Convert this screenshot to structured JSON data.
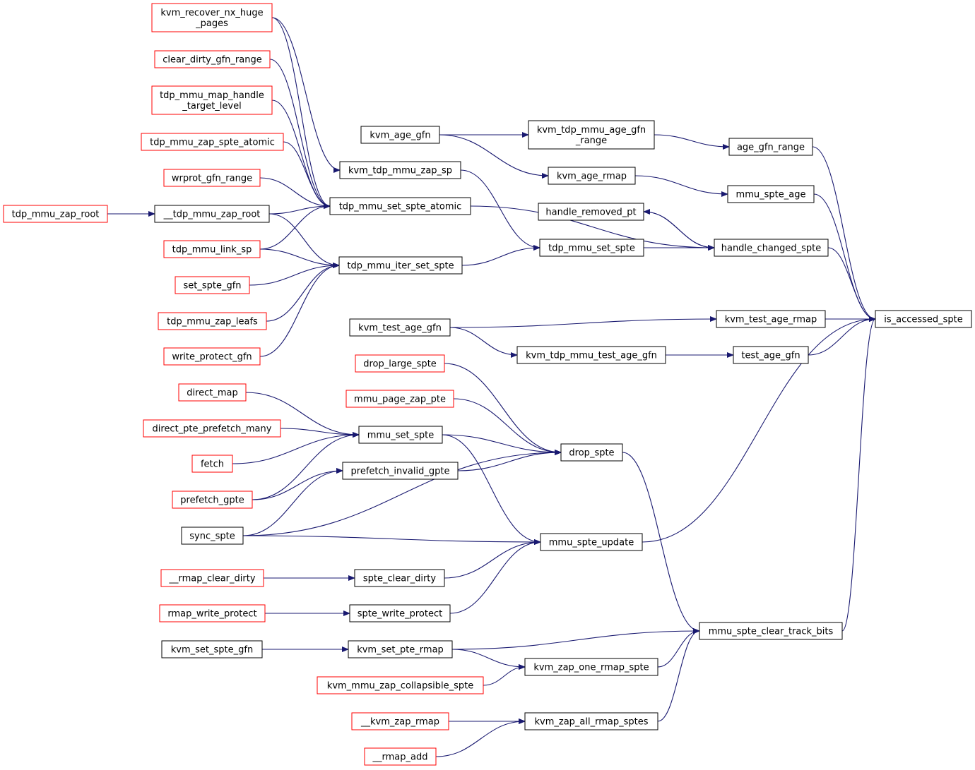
{
  "colors": {
    "edge": "#191970",
    "border_documented": "#000000",
    "border_undocumented": "#ff0000",
    "highlight_fill": "#bfbfbf",
    "background": "#ffffff"
  },
  "nodes": [
    {
      "id": "is_accessed_spte",
      "lines": [
        "is_accessed_spte"
      ],
      "border": "black",
      "highlight": true
    },
    {
      "id": "age_gfn_range",
      "lines": [
        "age_gfn_range"
      ],
      "border": "black"
    },
    {
      "id": "mmu_spte_age",
      "lines": [
        "mmu_spte_age"
      ],
      "border": "black"
    },
    {
      "id": "handle_changed_spte",
      "lines": [
        "handle_changed_spte"
      ],
      "border": "black"
    },
    {
      "id": "kvm_test_age_rmap",
      "lines": [
        "kvm_test_age_rmap"
      ],
      "border": "black"
    },
    {
      "id": "test_age_gfn",
      "lines": [
        "test_age_gfn"
      ],
      "border": "black"
    },
    {
      "id": "mmu_spte_update",
      "lines": [
        "mmu_spte_update"
      ],
      "border": "black"
    },
    {
      "id": "mmu_spte_clear_track_bits",
      "lines": [
        "mmu_spte_clear_track_bits"
      ],
      "border": "black"
    },
    {
      "id": "kvm_tdp_mmu_age_gfn_range",
      "lines": [
        "kvm_tdp_mmu_age_gfn",
        "_range"
      ],
      "border": "black"
    },
    {
      "id": "kvm_age_gfn",
      "lines": [
        "kvm_age_gfn"
      ],
      "border": "black"
    },
    {
      "id": "kvm_age_rmap",
      "lines": [
        "kvm_age_rmap"
      ],
      "border": "black"
    },
    {
      "id": "handle_removed_pt",
      "lines": [
        "handle_removed_pt"
      ],
      "border": "black"
    },
    {
      "id": "tdp_mmu_set_spte",
      "lines": [
        "tdp_mmu_set_spte"
      ],
      "border": "black"
    },
    {
      "id": "tdp_mmu_set_spte_atomic",
      "lines": [
        "tdp_mmu_set_spte_atomic"
      ],
      "border": "black"
    },
    {
      "id": "kvm_tdp_mmu_zap_sp",
      "lines": [
        "kvm_tdp_mmu_zap_sp"
      ],
      "border": "black"
    },
    {
      "id": "tdp_mmu_iter_set_spte",
      "lines": [
        "tdp_mmu_iter_set_spte"
      ],
      "border": "black"
    },
    {
      "id": "kvm_recover_nx_huge_pages",
      "lines": [
        "kvm_recover_nx_huge",
        "_pages"
      ],
      "border": "red"
    },
    {
      "id": "clear_dirty_gfn_range",
      "lines": [
        "clear_dirty_gfn_range"
      ],
      "border": "red"
    },
    {
      "id": "tdp_mmu_map_handle_target_level",
      "lines": [
        "tdp_mmu_map_handle",
        "_target_level"
      ],
      "border": "red"
    },
    {
      "id": "tdp_mmu_zap_spte_atomic",
      "lines": [
        "tdp_mmu_zap_spte_atomic"
      ],
      "border": "red"
    },
    {
      "id": "wrprot_gfn_range",
      "lines": [
        "wrprot_gfn_range"
      ],
      "border": "red"
    },
    {
      "id": "__tdp_mmu_zap_root",
      "lines": [
        "__tdp_mmu_zap_root"
      ],
      "border": "black"
    },
    {
      "id": "tdp_mmu_zap_root",
      "lines": [
        "tdp_mmu_zap_root"
      ],
      "border": "red"
    },
    {
      "id": "tdp_mmu_link_sp",
      "lines": [
        "tdp_mmu_link_sp"
      ],
      "border": "red"
    },
    {
      "id": "set_spte_gfn",
      "lines": [
        "set_spte_gfn"
      ],
      "border": "red"
    },
    {
      "id": "tdp_mmu_zap_leafs",
      "lines": [
        "tdp_mmu_zap_leafs"
      ],
      "border": "red"
    },
    {
      "id": "write_protect_gfn",
      "lines": [
        "write_protect_gfn"
      ],
      "border": "red"
    },
    {
      "id": "kvm_test_age_gfn",
      "lines": [
        "kvm_test_age_gfn"
      ],
      "border": "black"
    },
    {
      "id": "kvm_tdp_mmu_test_age_gfn",
      "lines": [
        "kvm_tdp_mmu_test_age_gfn"
      ],
      "border": "black"
    },
    {
      "id": "drop_spte",
      "lines": [
        "drop_spte"
      ],
      "border": "black"
    },
    {
      "id": "drop_large_spte",
      "lines": [
        "drop_large_spte"
      ],
      "border": "red"
    },
    {
      "id": "mmu_page_zap_pte",
      "lines": [
        "mmu_page_zap_pte"
      ],
      "border": "red"
    },
    {
      "id": "mmu_set_spte",
      "lines": [
        "mmu_set_spte"
      ],
      "border": "black"
    },
    {
      "id": "prefetch_invalid_gpte",
      "lines": [
        "prefetch_invalid_gpte"
      ],
      "border": "black"
    },
    {
      "id": "direct_map",
      "lines": [
        "direct_map"
      ],
      "border": "red"
    },
    {
      "id": "direct_pte_prefetch_many",
      "lines": [
        "direct_pte_prefetch_many"
      ],
      "border": "red"
    },
    {
      "id": "fetch",
      "lines": [
        "fetch"
      ],
      "border": "red"
    },
    {
      "id": "prefetch_gpte",
      "lines": [
        "prefetch_gpte"
      ],
      "border": "red"
    },
    {
      "id": "sync_spte",
      "lines": [
        "sync_spte"
      ],
      "border": "black"
    },
    {
      "id": "spte_clear_dirty",
      "lines": [
        "spte_clear_dirty"
      ],
      "border": "black"
    },
    {
      "id": "__rmap_clear_dirty",
      "lines": [
        "__rmap_clear_dirty"
      ],
      "border": "red"
    },
    {
      "id": "spte_write_protect",
      "lines": [
        "spte_write_protect"
      ],
      "border": "black"
    },
    {
      "id": "rmap_write_protect",
      "lines": [
        "rmap_write_protect"
      ],
      "border": "red"
    },
    {
      "id": "kvm_set_pte_rmap",
      "lines": [
        "kvm_set_pte_rmap"
      ],
      "border": "black"
    },
    {
      "id": "kvm_set_spte_gfn",
      "lines": [
        "kvm_set_spte_gfn"
      ],
      "border": "black"
    },
    {
      "id": "kvm_zap_one_rmap_spte",
      "lines": [
        "kvm_zap_one_rmap_spte"
      ],
      "border": "black"
    },
    {
      "id": "kvm_mmu_zap_collapsible_spte",
      "lines": [
        "kvm_mmu_zap_collapsible_spte"
      ],
      "border": "red"
    },
    {
      "id": "kvm_zap_all_rmap_sptes",
      "lines": [
        "kvm_zap_all_rmap_sptes"
      ],
      "border": "black"
    },
    {
      "id": "__kvm_zap_rmap",
      "lines": [
        "__kvm_zap_rmap"
      ],
      "border": "red"
    },
    {
      "id": "__rmap_add",
      "lines": [
        "__rmap_add"
      ],
      "border": "red"
    }
  ],
  "edges": [
    {
      "from": "age_gfn_range",
      "to": "is_accessed_spte"
    },
    {
      "from": "mmu_spte_age",
      "to": "is_accessed_spte"
    },
    {
      "from": "handle_changed_spte",
      "to": "is_accessed_spte"
    },
    {
      "from": "kvm_test_age_rmap",
      "to": "is_accessed_spte"
    },
    {
      "from": "test_age_gfn",
      "to": "is_accessed_spte"
    },
    {
      "from": "mmu_spte_update",
      "to": "is_accessed_spte"
    },
    {
      "from": "mmu_spte_clear_track_bits",
      "to": "is_accessed_spte"
    },
    {
      "from": "kvm_tdp_mmu_age_gfn_range",
      "to": "age_gfn_range"
    },
    {
      "from": "kvm_age_gfn",
      "to": "kvm_tdp_mmu_age_gfn_range"
    },
    {
      "from": "kvm_age_rmap",
      "to": "mmu_spte_age"
    },
    {
      "from": "kvm_age_gfn",
      "to": "kvm_age_rmap"
    },
    {
      "from": "handle_changed_spte",
      "to": "handle_removed_pt"
    },
    {
      "from": "handle_removed_pt",
      "to": "handle_changed_spte"
    },
    {
      "from": "tdp_mmu_set_spte",
      "to": "handle_changed_spte"
    },
    {
      "from": "tdp_mmu_set_spte_atomic",
      "to": "handle_changed_spte"
    },
    {
      "from": "kvm_tdp_mmu_zap_sp",
      "to": "tdp_mmu_set_spte"
    },
    {
      "from": "tdp_mmu_iter_set_spte",
      "to": "tdp_mmu_set_spte"
    },
    {
      "from": "kvm_recover_nx_huge_pages",
      "to": "kvm_tdp_mmu_zap_sp"
    },
    {
      "from": "kvm_recover_nx_huge_pages",
      "to": "tdp_mmu_set_spte_atomic"
    },
    {
      "from": "clear_dirty_gfn_range",
      "to": "tdp_mmu_set_spte_atomic"
    },
    {
      "from": "tdp_mmu_map_handle_target_level",
      "to": "tdp_mmu_set_spte_atomic"
    },
    {
      "from": "tdp_mmu_zap_spte_atomic",
      "to": "tdp_mmu_set_spte_atomic"
    },
    {
      "from": "wrprot_gfn_range",
      "to": "tdp_mmu_set_spte_atomic"
    },
    {
      "from": "__tdp_mmu_zap_root",
      "to": "tdp_mmu_set_spte_atomic"
    },
    {
      "from": "tdp_mmu_link_sp",
      "to": "tdp_mmu_set_spte_atomic"
    },
    {
      "from": "tdp_mmu_zap_root",
      "to": "__tdp_mmu_zap_root"
    },
    {
      "from": "__tdp_mmu_zap_root",
      "to": "tdp_mmu_iter_set_spte"
    },
    {
      "from": "tdp_mmu_link_sp",
      "to": "tdp_mmu_iter_set_spte"
    },
    {
      "from": "set_spte_gfn",
      "to": "tdp_mmu_iter_set_spte"
    },
    {
      "from": "tdp_mmu_zap_leafs",
      "to": "tdp_mmu_iter_set_spte"
    },
    {
      "from": "write_protect_gfn",
      "to": "tdp_mmu_iter_set_spte"
    },
    {
      "from": "kvm_test_age_gfn",
      "to": "kvm_test_age_rmap"
    },
    {
      "from": "kvm_test_age_gfn",
      "to": "kvm_tdp_mmu_test_age_gfn"
    },
    {
      "from": "kvm_tdp_mmu_test_age_gfn",
      "to": "test_age_gfn"
    },
    {
      "from": "drop_large_spte",
      "to": "drop_spte"
    },
    {
      "from": "mmu_page_zap_pte",
      "to": "drop_spte"
    },
    {
      "from": "mmu_set_spte",
      "to": "drop_spte"
    },
    {
      "from": "prefetch_invalid_gpte",
      "to": "drop_spte"
    },
    {
      "from": "sync_spte",
      "to": "drop_spte"
    },
    {
      "from": "drop_spte",
      "to": "mmu_spte_clear_track_bits"
    },
    {
      "from": "direct_map",
      "to": "mmu_set_spte"
    },
    {
      "from": "direct_pte_prefetch_many",
      "to": "mmu_set_spte"
    },
    {
      "from": "fetch",
      "to": "mmu_set_spte"
    },
    {
      "from": "prefetch_gpte",
      "to": "mmu_set_spte"
    },
    {
      "from": "prefetch_gpte",
      "to": "prefetch_invalid_gpte"
    },
    {
      "from": "sync_spte",
      "to": "prefetch_invalid_gpte"
    },
    {
      "from": "mmu_set_spte",
      "to": "mmu_spte_update"
    },
    {
      "from": "sync_spte",
      "to": "mmu_spte_update"
    },
    {
      "from": "spte_clear_dirty",
      "to": "mmu_spte_update"
    },
    {
      "from": "spte_write_protect",
      "to": "mmu_spte_update"
    },
    {
      "from": "__rmap_clear_dirty",
      "to": "spte_clear_dirty"
    },
    {
      "from": "rmap_write_protect",
      "to": "spte_write_protect"
    },
    {
      "from": "kvm_set_spte_gfn",
      "to": "kvm_set_pte_rmap"
    },
    {
      "from": "kvm_set_pte_rmap",
      "to": "mmu_spte_clear_track_bits"
    },
    {
      "from": "kvm_set_pte_rmap",
      "to": "kvm_zap_one_rmap_spte"
    },
    {
      "from": "kvm_zap_one_rmap_spte",
      "to": "mmu_spte_clear_track_bits"
    },
    {
      "from": "kvm_mmu_zap_collapsible_spte",
      "to": "kvm_zap_one_rmap_spte"
    },
    {
      "from": "kvm_zap_all_rmap_sptes",
      "to": "mmu_spte_clear_track_bits"
    },
    {
      "from": "__kvm_zap_rmap",
      "to": "kvm_zap_all_rmap_sptes"
    },
    {
      "from": "__rmap_add",
      "to": "kvm_zap_all_rmap_sptes"
    }
  ]
}
